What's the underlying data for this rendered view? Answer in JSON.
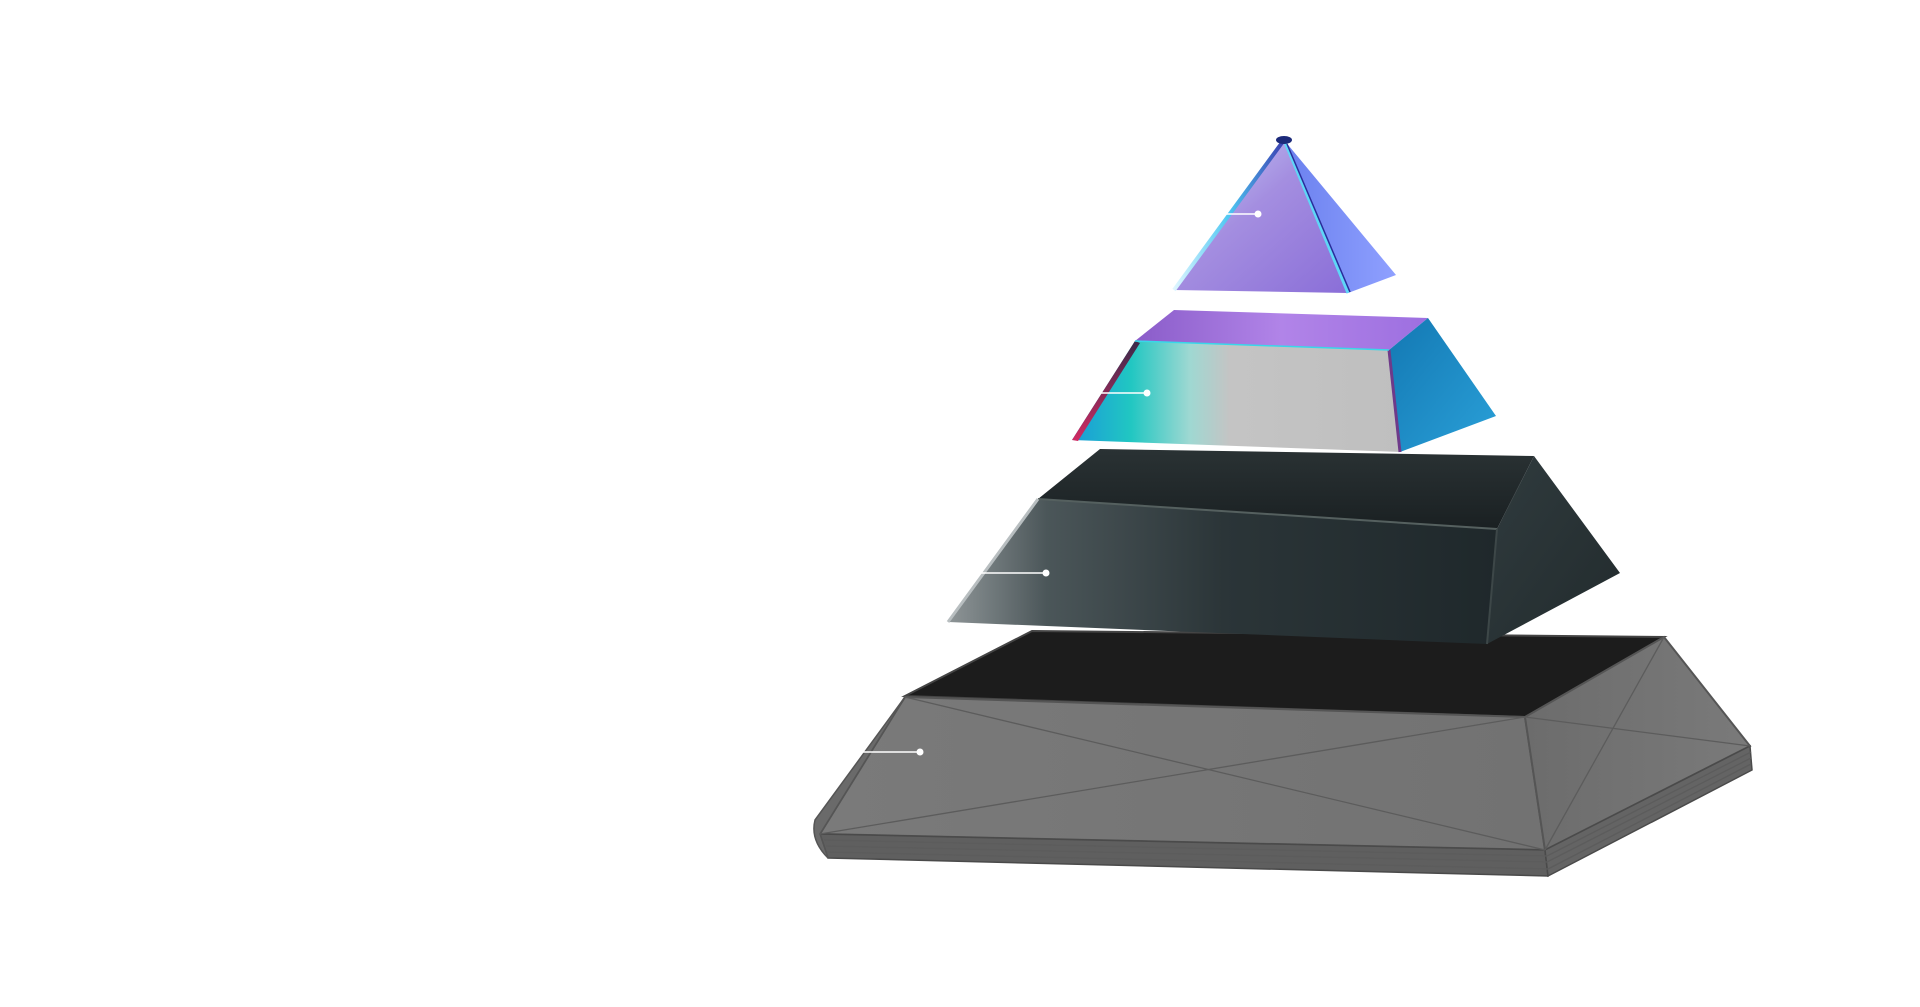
{
  "diagram": {
    "type": "layered-pyramid",
    "layer_count": 4,
    "layers": [
      {
        "id": "tier-1-top",
        "style": "iridescent-blue-purple",
        "has_callout": true
      },
      {
        "id": "tier-2",
        "style": "iridescent-teal-silver",
        "has_callout": true
      },
      {
        "id": "tier-3",
        "style": "dark-slate",
        "has_callout": true
      },
      {
        "id": "tier-4-base",
        "style": "gray-wireframe",
        "has_callout": true
      }
    ],
    "colors": {
      "background": "#ffffff",
      "callout": "#ffffff",
      "tier1_a": "#8fa0f5",
      "tier1_b": "#9b7be0",
      "tier2_teal": "#21c6c6",
      "tier2_silver": "#bdbdbd",
      "tier2_top": "#a77be6",
      "tier3": "#263033",
      "tier4": "#777777",
      "tier4_top": "#1b1b1b"
    }
  }
}
